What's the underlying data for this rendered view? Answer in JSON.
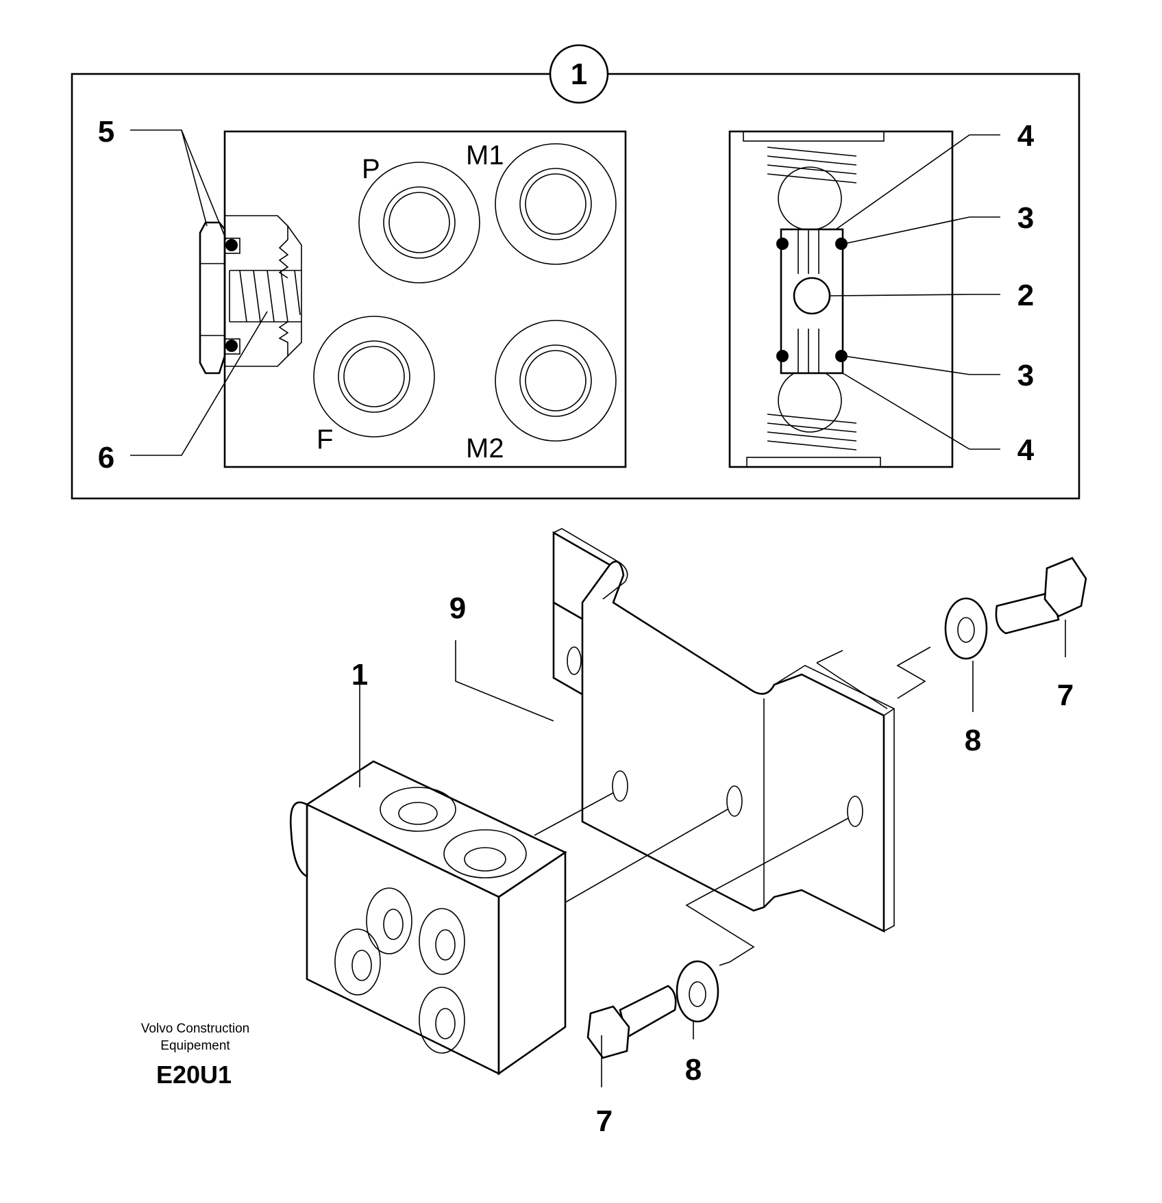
{
  "detail": {
    "callout": "1",
    "ports": {
      "p": "P",
      "m1": "M1",
      "f": "F",
      "m2": "M2"
    },
    "labels": {
      "seal_left": "5",
      "spring_left": "6",
      "seat_top": "4",
      "oring_top": "3",
      "ball": "2",
      "oring_bottom": "3",
      "seat_bottom": "4"
    }
  },
  "assembly": {
    "labels": {
      "valve_block": "1",
      "bracket": "9",
      "bolt_right": "7",
      "washer_right": "8",
      "bolt_bottom": "7",
      "washer_bottom": "8"
    }
  },
  "footer": {
    "manufacturer_line1": "Volvo Construction",
    "manufacturer_line2": "Equipement",
    "code": "E20U1"
  }
}
